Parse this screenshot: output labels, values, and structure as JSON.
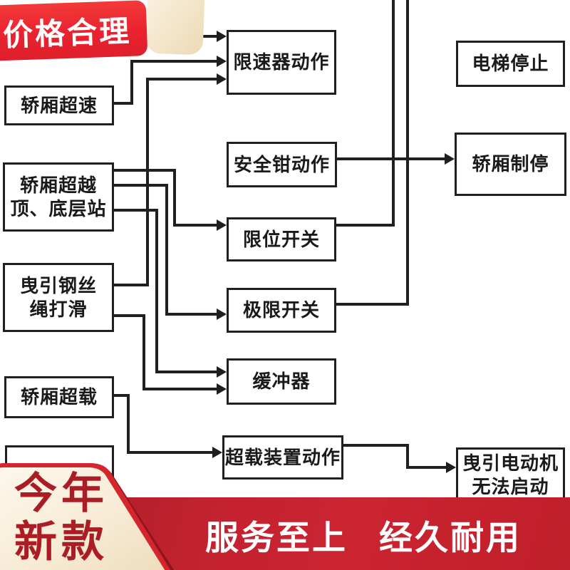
{
  "decor": {
    "top_badge_label": "价格合理",
    "corner_badge": {
      "line1": "今年",
      "line2": "新款"
    },
    "banner": {
      "left_phrase": "服务至上",
      "right_phrase": "经久耐用"
    }
  },
  "colors": {
    "badge_red": "#ea2230",
    "banner_red": "#c22230",
    "corner_badge_text_red": "#ab1d24",
    "corner_badge_cream": "#f7ecd7",
    "line_black": "#1f1f1f",
    "box_background": "#ffffff"
  },
  "flowchart": {
    "boxes": {
      "car_overspeed": {
        "lines": [
          "轿厢超速"
        ]
      },
      "car_overtravel": {
        "lines": [
          "轿厢超越",
          "顶、底层站"
        ]
      },
      "rope_slip": {
        "lines": [
          "曳引钢丝",
          "绳打滑"
        ]
      },
      "car_overload": {
        "lines": [
          "轿厢超载"
        ]
      },
      "governor_action": {
        "lines": [
          "限速器动作"
        ]
      },
      "safety_gear_action": {
        "lines": [
          "安全钳动作"
        ]
      },
      "limit_switch": {
        "lines": [
          "限位开关"
        ]
      },
      "final_limit_switch": {
        "lines": [
          "极限开关"
        ]
      },
      "buffer": {
        "lines": [
          "缓冲器"
        ]
      },
      "overload_device_action": {
        "lines": [
          "超载装置动作"
        ]
      },
      "elevator_stop": {
        "lines": [
          "电梯停止"
        ]
      },
      "car_braking_stop": {
        "lines": [
          "轿厢制停"
        ]
      },
      "motor_cannot_start": {
        "lines": [
          "曳引电动机",
          "无法启动"
        ]
      }
    }
  }
}
